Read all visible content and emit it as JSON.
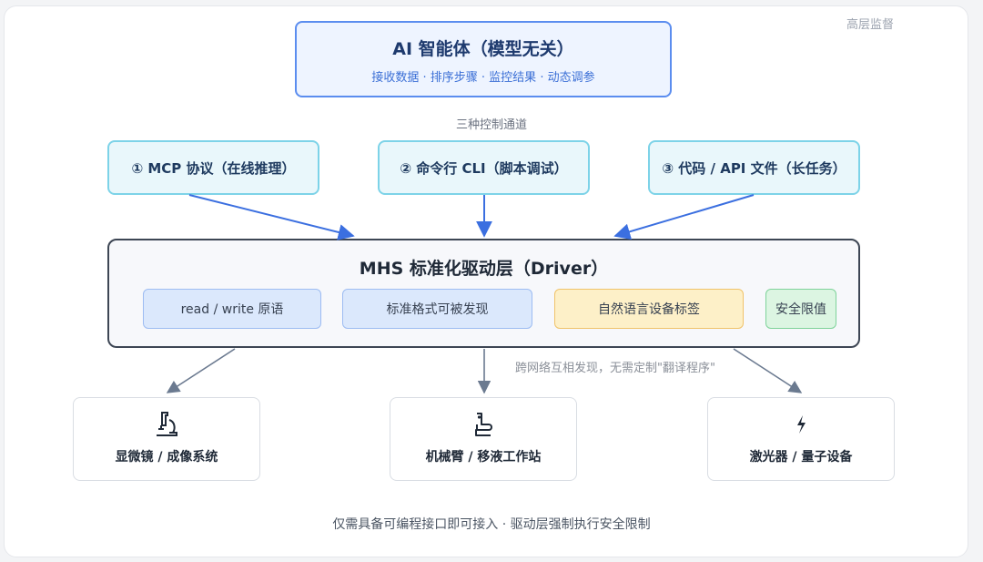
{
  "corner_label": "高层监督",
  "agent": {
    "title": "AI 智能体（模型无关）",
    "subtitle": "接收数据 · 排序步骤 · 监控结果 · 动态调参"
  },
  "channels_label": "三种控制通道",
  "channels": [
    {
      "label": "① MCP 协议（在线推理）"
    },
    {
      "label": "② 命令行 CLI（脚本调试）"
    },
    {
      "label": "③ 代码 / API 文件（长任务）"
    }
  ],
  "driver": {
    "title": "MHS 标准化驱动层（Driver）",
    "tags": [
      {
        "label": "read / write 原语"
      },
      {
        "label": "标准格式可被发现"
      },
      {
        "label": "自然语言设备标签"
      },
      {
        "label": "安全限值"
      }
    ]
  },
  "network_note": "跨网络互相发现，无需定制\"翻译程序\"",
  "devices": [
    {
      "label": "显微镜 / 成像系统",
      "icon": "microscope-icon"
    },
    {
      "label": "机械臂 / 移液工作站",
      "icon": "robot-arm-icon"
    },
    {
      "label": "激光器 / 量子设备",
      "icon": "laser-icon"
    }
  ],
  "footer": "仅需具备可编程接口即可接入 · 驱动层强制执行安全限制",
  "colors": {
    "agent_border": "#5b8def",
    "channel_border": "#7dd3e8",
    "driver_border": "#3d4654",
    "arrow_blue": "#3b6fe0",
    "arrow_gray": "#6b7a90"
  }
}
